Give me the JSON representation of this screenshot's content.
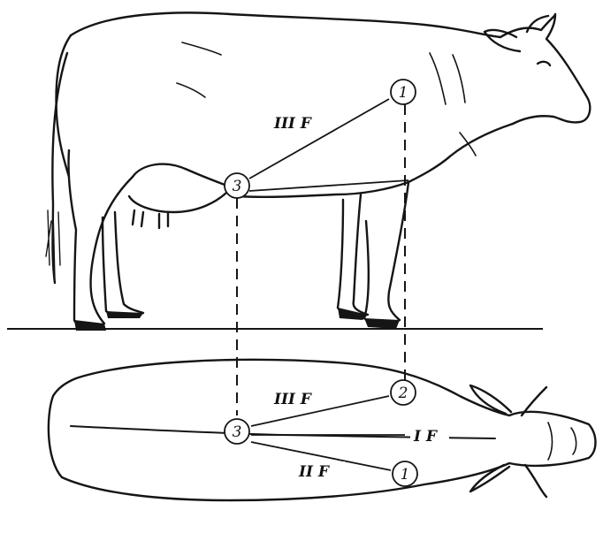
{
  "colors": {
    "ink": "#151515",
    "paper": "#ffffff"
  },
  "leads": {
    "side_view": {
      "lead": "III F"
    },
    "top_view": {
      "lead_iii": "III F",
      "lead_i": "I F",
      "lead_ii": "II F"
    }
  },
  "electrodes": {
    "side_view": {
      "withers": "1",
      "udder": "3"
    },
    "top_view": {
      "right": "2",
      "left": "1",
      "udder": "3"
    }
  }
}
